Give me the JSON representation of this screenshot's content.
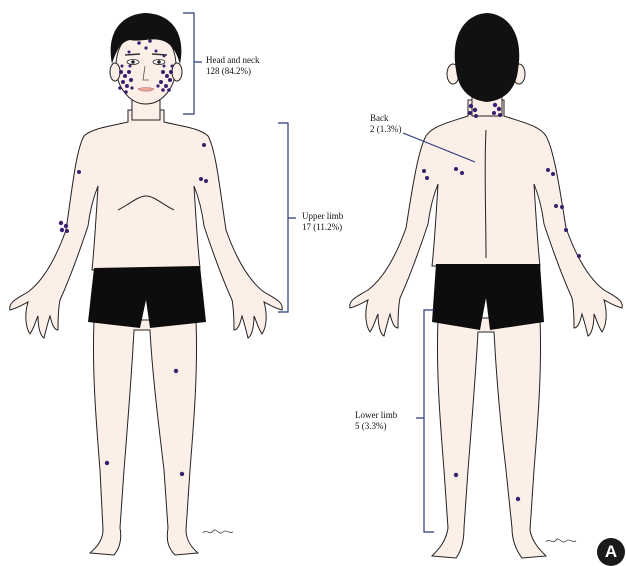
{
  "annotations": {
    "head_neck": {
      "label": "Head and neck",
      "value": "128 (84.2%)"
    },
    "upper_limb": {
      "label": "Upper limb",
      "value": "17 (11.2%)"
    },
    "back": {
      "label": "Back",
      "value": "2 (1.3%)"
    },
    "lower_limb": {
      "label": "Lower limb",
      "value": "5 (3.3%)"
    }
  },
  "panel_label": "A",
  "colors": {
    "skin": "#fcefe8",
    "outline": "#222222",
    "hair": "#111111",
    "shorts": "#0d0d0d",
    "lesion": "#3a1f6e",
    "bracket": "#2b3a78"
  }
}
